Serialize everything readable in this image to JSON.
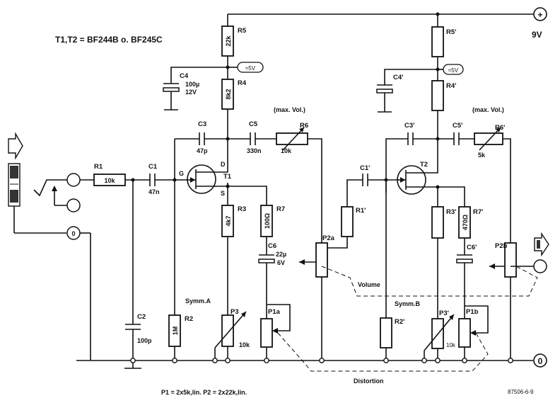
{
  "header": {
    "transistors": "T1,T2 = BF244B o. BF245C"
  },
  "supply": {
    "voltage": "9V",
    "plus": "+",
    "ground": "0"
  },
  "input": {
    "ground": "0"
  },
  "stage_a": {
    "R5": {
      "name": "R5",
      "value": "22k"
    },
    "R4": {
      "name": "R4",
      "value": "8k2"
    },
    "node": "≈5V",
    "C4": {
      "name": "C4",
      "value": "100µ",
      "voltage": "12V"
    },
    "C3": {
      "name": "C3",
      "value": "47p"
    },
    "C5": {
      "name": "C5",
      "value": "330n"
    },
    "R6": {
      "name": "R6",
      "value": "10k",
      "note": "(max. Vol.)"
    },
    "R1": {
      "name": "R1",
      "value": "10k"
    },
    "C1": {
      "name": "C1",
      "value": "47n"
    },
    "T1": {
      "name": "T1",
      "gate": "G",
      "drain": "D",
      "source": "S"
    },
    "R3": {
      "name": "R3",
      "value": "4k7"
    },
    "R7": {
      "name": "R7",
      "value": "100Ω"
    },
    "C6": {
      "name": "C6",
      "value": "22µ",
      "voltage": "6V"
    },
    "C2": {
      "name": "C2",
      "value": "100p"
    },
    "R2": {
      "name": "R2",
      "value": "1M"
    },
    "P3": {
      "name": "P3",
      "value": "10k"
    },
    "P1a": {
      "name": "P1a"
    },
    "P2a": {
      "name": "P2a"
    },
    "symm": "Symm.A"
  },
  "stage_b": {
    "R5": {
      "name": "R5'"
    },
    "R4": {
      "name": "R4'"
    },
    "node": "≈5V",
    "C4": {
      "name": "C4'"
    },
    "C3": {
      "name": "C3'"
    },
    "C5": {
      "name": "C5'"
    },
    "R6": {
      "name": "R6'",
      "value": "5k",
      "note": "(max. Vol.)"
    },
    "C1": {
      "name": "C1'"
    },
    "T2": {
      "name": "T2"
    },
    "R1": {
      "name": "R1'"
    },
    "R3": {
      "name": "R3'"
    },
    "R7": {
      "name": "R7'",
      "value": "470Ω"
    },
    "C6": {
      "name": "C6'"
    },
    "R2": {
      "name": "R2'"
    },
    "P3": {
      "name": "P3'",
      "value": "10k"
    },
    "P1b": {
      "name": "P1b"
    },
    "P2b": {
      "name": "P2b"
    },
    "symm": "Symm.B"
  },
  "labels": {
    "volume": "Volume",
    "distortion": "Distortion"
  },
  "footer": {
    "pots": "P1 = 2x5k,lin.    P2 = 2x22k,lin.",
    "code": "87506-6-9"
  }
}
